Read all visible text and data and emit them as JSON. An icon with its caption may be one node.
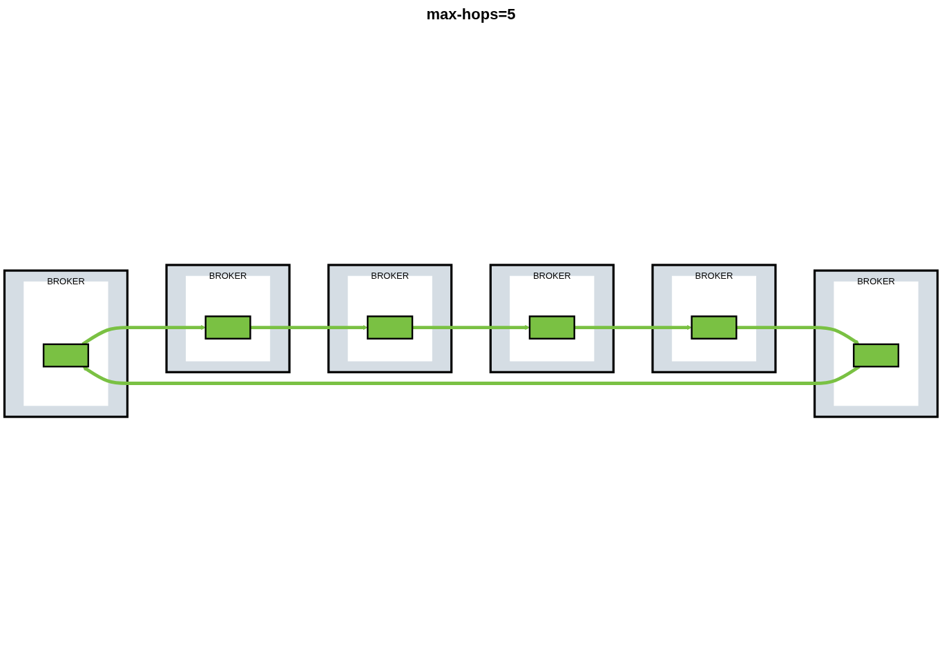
{
  "diagram": {
    "nodes": [
      {
        "text": [
          "BROKER"
        ]
      },
      {
        "text": [],
        "shape": "box",
        "in": 0
      },
      {
        "text": [],
        "shape": "bar",
        "in": 1
      },
      {
        "text": [
          "BROKER"
        ]
      },
      {
        "text": [],
        "shape": "box",
        "in": 3
      },
      {
        "text": [],
        "shape": "bar",
        "in": 4
      },
      {
        "text": [
          "BROKER"
        ]
      },
      {
        "text": [],
        "shape": "box",
        "in": 6
      },
      {
        "text": [],
        "shape": "bar",
        "in": 7
      },
      {
        "text": [
          "BROKER"
        ]
      },
      {
        "text": [],
        "shape": "box",
        "in": 9
      },
      {
        "text": [],
        "shape": "bar",
        "in": 10
      },
      {
        "text": [
          "BROKER"
        ]
      },
      {
        "text": [],
        "shape": "box",
        "in": 12
      },
      {
        "text": [],
        "shape": "bar",
        "in": 13
      },
      {
        "text": [
          "BROKER"
        ]
      },
      {
        "text": [],
        "shape": "box",
        "in": 15
      },
      {
        "text": [],
        "shape": "bar",
        "in": 16
      }
    ],
    "edges": [
      {
        "from": 5,
        "to": 2,
        "arrow": "to"
      },
      {
        "from": 2,
        "to": 8,
        "arrow": "to"
      },
      {
        "from": 8,
        "to": 14,
        "arrow": "to"
      },
      {
        "from": 14,
        "to": 17,
        "arrow": "to"
      },
      {
        "from": 17,
        "to": 11,
        "arrow": "to"
      },
      {
        "from": 11,
        "to": 5,
        "arrow": "to"
      }
    ],
    "labels": [
      "max-hops=5"
    ]
  }
}
